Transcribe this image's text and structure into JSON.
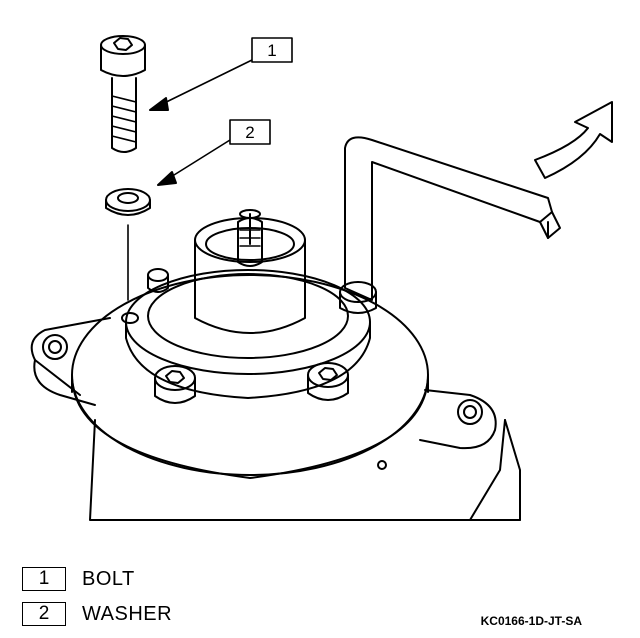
{
  "callouts": [
    {
      "number": "1",
      "label": "BOLT"
    },
    {
      "number": "2",
      "label": "WASHER"
    }
  ],
  "figure_code": "KC0166-1D-JT-SA",
  "colors": {
    "ink": "#000000",
    "paper": "#ffffff"
  }
}
